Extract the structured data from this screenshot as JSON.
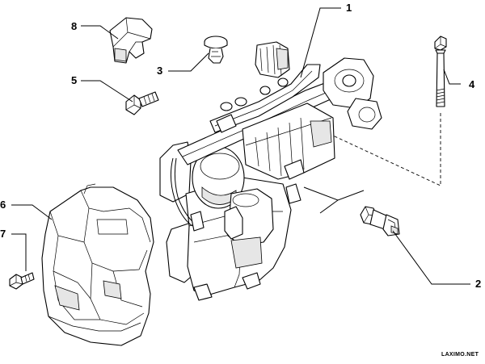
{
  "diagram": {
    "callouts": [
      {
        "id": "callout-1",
        "label": "1"
      },
      {
        "id": "callout-2",
        "label": "2"
      },
      {
        "id": "callout-3",
        "label": "3"
      },
      {
        "id": "callout-4",
        "label": "4"
      },
      {
        "id": "callout-5",
        "label": "5"
      },
      {
        "id": "callout-6",
        "label": "6"
      },
      {
        "id": "callout-7",
        "label": "7"
      },
      {
        "id": "callout-8",
        "label": "8"
      }
    ],
    "watermark": "LAXIMO.NET"
  }
}
